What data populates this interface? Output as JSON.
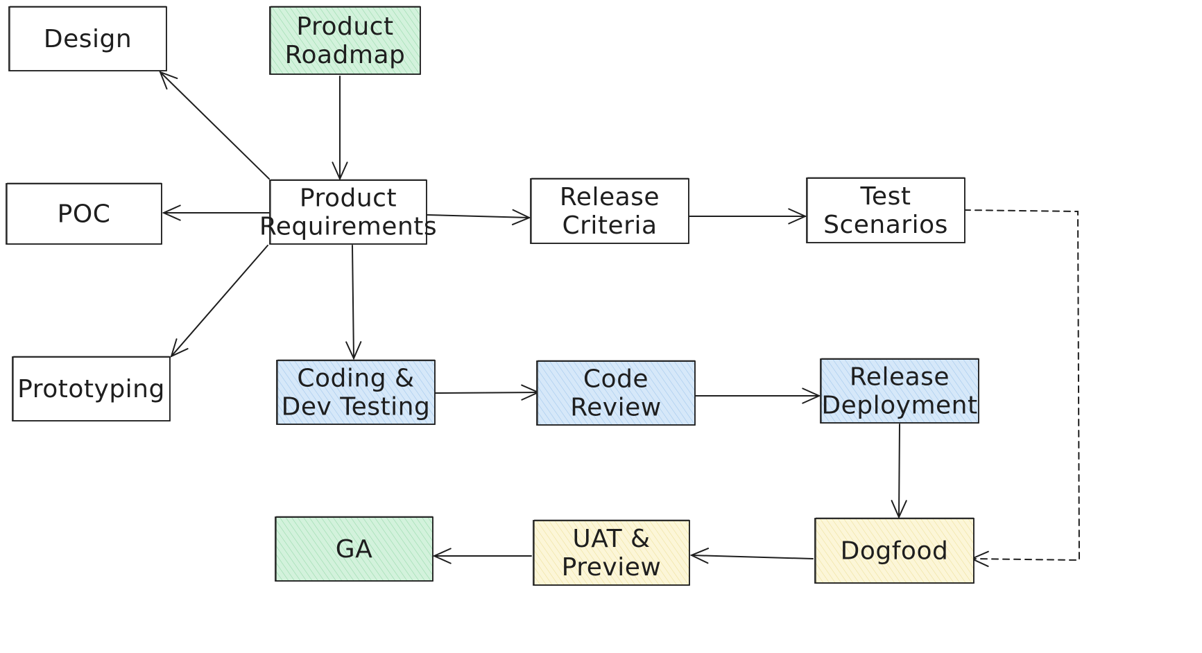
{
  "palette": {
    "stroke": "#1e1e1e",
    "white": "#ffffff",
    "green": "#d3f2dc",
    "green_hatch": "#7ccf94",
    "blue": "#d6e8f9",
    "blue_hatch": "#8ab8e6",
    "yellow": "#fcf6d8",
    "yellow_hatch": "#e6d680"
  },
  "nodes": [
    {
      "id": "design",
      "lines": [
        "Design"
      ],
      "fill": "white"
    },
    {
      "id": "roadmap",
      "lines": [
        "Product",
        "Roadmap"
      ],
      "fill": "green"
    },
    {
      "id": "poc",
      "lines": [
        "POC"
      ],
      "fill": "white"
    },
    {
      "id": "requirements",
      "lines": [
        "Product",
        "Requirements"
      ],
      "fill": "white"
    },
    {
      "id": "criteria",
      "lines": [
        "Release",
        "Criteria"
      ],
      "fill": "white"
    },
    {
      "id": "scenarios",
      "lines": [
        "Test",
        "Scenarios"
      ],
      "fill": "white"
    },
    {
      "id": "prototyping",
      "lines": [
        "Prototyping"
      ],
      "fill": "white"
    },
    {
      "id": "coding",
      "lines": [
        "Coding &",
        "Dev Testing"
      ],
      "fill": "blue"
    },
    {
      "id": "review",
      "lines": [
        "Code",
        "Review"
      ],
      "fill": "blue"
    },
    {
      "id": "deployment",
      "lines": [
        "Release",
        "Deployment"
      ],
      "fill": "blue"
    },
    {
      "id": "ga",
      "lines": [
        "GA"
      ],
      "fill": "green"
    },
    {
      "id": "uat",
      "lines": [
        "UAT &",
        "Preview"
      ],
      "fill": "yellow"
    },
    {
      "id": "dogfood",
      "lines": [
        "Dogfood"
      ],
      "fill": "yellow"
    }
  ],
  "edges": [
    {
      "from": "roadmap",
      "to": "requirements",
      "style": "solid"
    },
    {
      "from": "requirements",
      "to": "design",
      "style": "solid"
    },
    {
      "from": "requirements",
      "to": "poc",
      "style": "solid"
    },
    {
      "from": "requirements",
      "to": "prototyping",
      "style": "solid"
    },
    {
      "from": "requirements",
      "to": "criteria",
      "style": "solid"
    },
    {
      "from": "criteria",
      "to": "scenarios",
      "style": "solid"
    },
    {
      "from": "requirements",
      "to": "coding",
      "style": "solid"
    },
    {
      "from": "coding",
      "to": "review",
      "style": "solid"
    },
    {
      "from": "review",
      "to": "deployment",
      "style": "solid"
    },
    {
      "from": "deployment",
      "to": "dogfood",
      "style": "solid"
    },
    {
      "from": "scenarios",
      "to": "dogfood",
      "style": "dashed"
    },
    {
      "from": "dogfood",
      "to": "uat",
      "style": "solid"
    },
    {
      "from": "uat",
      "to": "ga",
      "style": "solid"
    }
  ]
}
